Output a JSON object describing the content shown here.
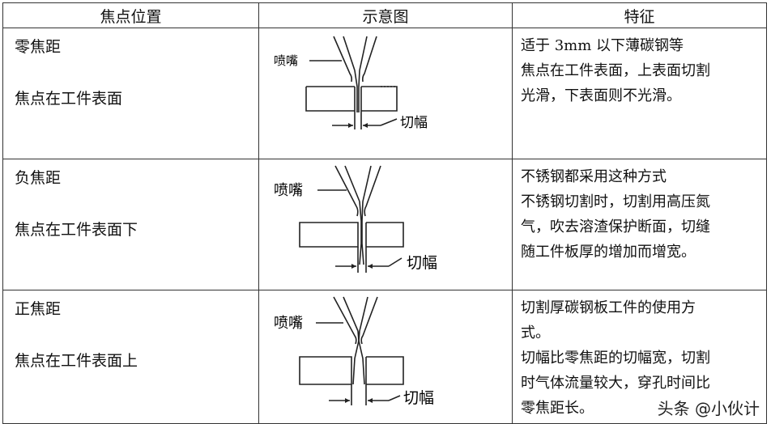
{
  "header": {
    "col1": "焦点位置",
    "col2": "示意图",
    "col3": "特征"
  },
  "rows": [
    {
      "name": "零焦距",
      "desc": "焦点在工件表面",
      "nozzle_label": "喷嘴",
      "width_label": "切幅",
      "features": [
        "适于 3mm 以下薄碳钢等",
        "焦点在工件表面，上表面切割",
        "光滑，下表面则不光滑。"
      ]
    },
    {
      "name": "负焦距",
      "desc": "焦点在工件表面下",
      "nozzle_label": "喷嘴",
      "width_label": "切幅",
      "features": [
        "不锈钢都采用这种方式",
        "不锈钢切割时，切割用高压氮",
        "气，吹去溶渣保护断面，切缝",
        "随工件板厚的增加而增宽。"
      ]
    },
    {
      "name": "正焦距",
      "desc": "焦点在工件表面上",
      "nozzle_label": "喷嘴",
      "width_label": "切幅",
      "features": [
        "切割厚碳钢板工件的使用方",
        "式。",
        "切幅比零焦距的切幅宽，切割",
        "时气体流量较大，穿孔时间比",
        "零焦距长。"
      ]
    }
  ],
  "watermark": "头条 @小伙计"
}
